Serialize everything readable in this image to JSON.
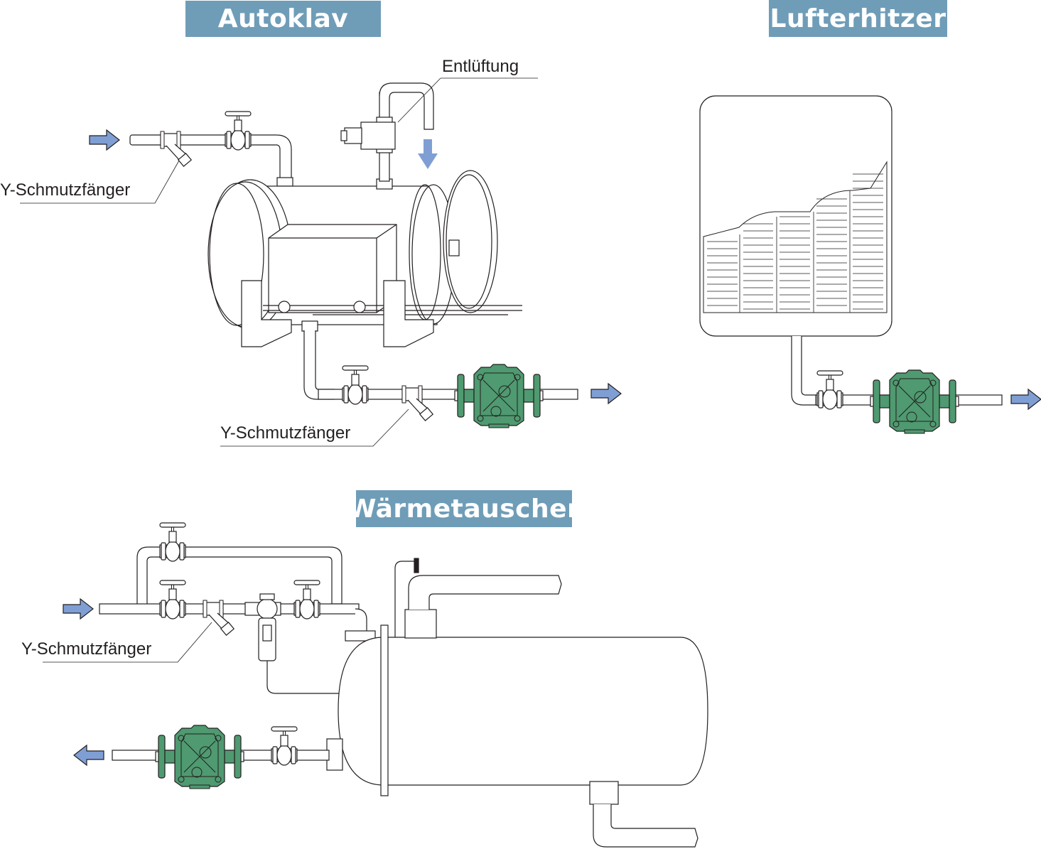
{
  "titles": {
    "autoklav": "Autoklav",
    "lufterhitzer": "Lufterhitzer",
    "waermetauscher": "Wärmetauscher"
  },
  "labels": {
    "entlueftung": "Entlüftung",
    "strainer_autoklav_inlet": "Y-Schmutzfänger",
    "strainer_autoklav_outlet": "Y-Schmutzfänger",
    "strainer_waermetauscher": "Y-Schmutzfänger"
  },
  "colors": {
    "title_bg": "#6f9db8",
    "arrow": "#7f9fd4",
    "trap_fill": "#4f9a70",
    "line": "#231f20"
  }
}
